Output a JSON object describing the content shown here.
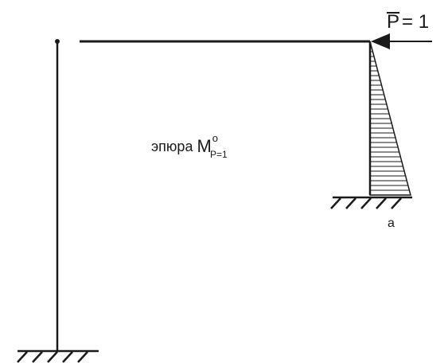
{
  "load": {
    "symbol": "P",
    "equals": "= 1"
  },
  "caption": {
    "text": "эпюра",
    "moment_symbol": "M",
    "superscript": "o",
    "subscript": "P=1"
  },
  "support_label": "a",
  "colors": {
    "stroke": "#1a1a1a",
    "background": "#ffffff"
  },
  "icons": [
    "force-arrow-icon",
    "fixed-support-icon",
    "hinge-icon"
  ]
}
